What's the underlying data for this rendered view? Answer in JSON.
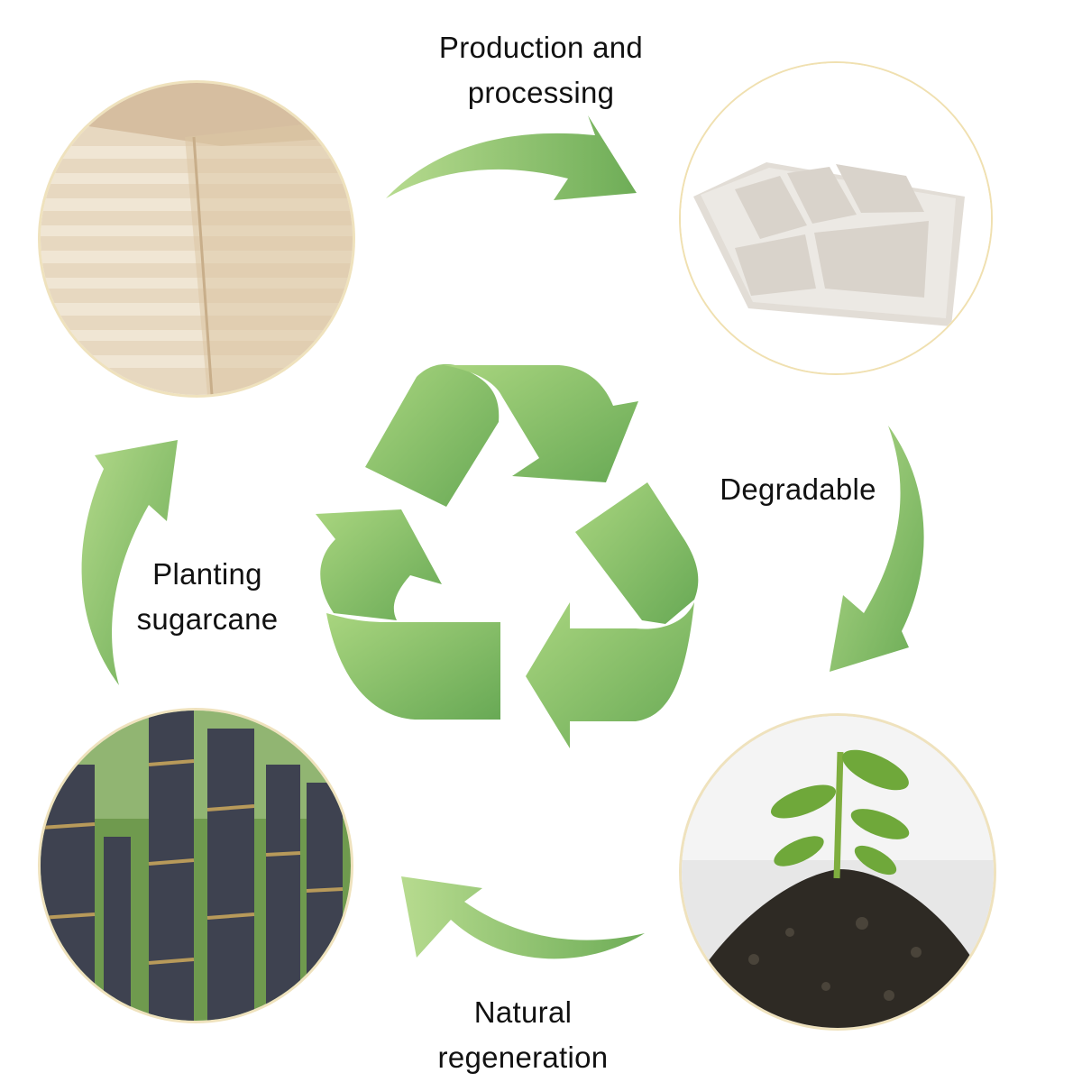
{
  "steps": {
    "production": {
      "line1": "Production and",
      "line2": "processing"
    },
    "degradable": {
      "line1": "Degradable"
    },
    "planting": {
      "line1": "Planting",
      "line2": "sugarcane"
    },
    "natural": {
      "line1": "Natural",
      "line2": "regeneration"
    }
  },
  "icons": [
    "plywood-board-image",
    "compartment-tray-image",
    "sugarcane-stalks-image",
    "seedling-soil-image",
    "recycle-icon",
    "cycle-arrow-icon"
  ],
  "colors": {
    "arrow_light": "#a8d27a",
    "arrow_dark": "#6fae57",
    "text": "#111111"
  }
}
